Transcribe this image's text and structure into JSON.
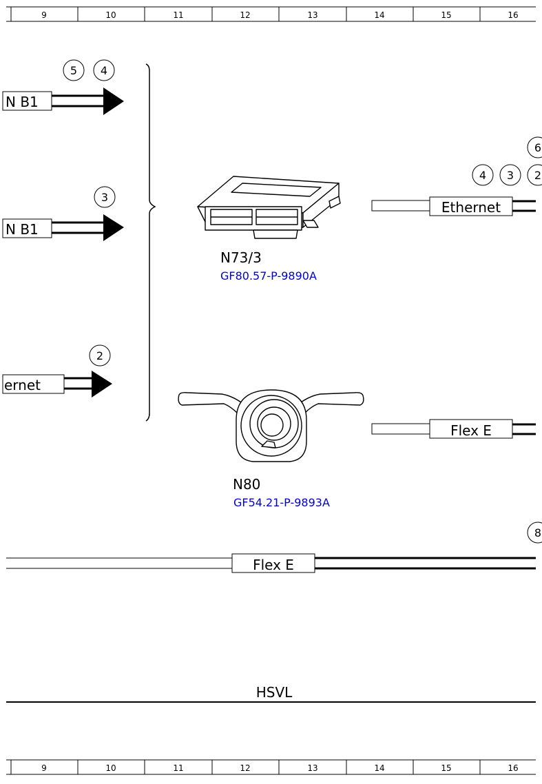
{
  "ruler": {
    "columns": [
      "9",
      "10",
      "11",
      "12",
      "13",
      "14",
      "15",
      "16"
    ]
  },
  "connectors_left": [
    {
      "label": "N B1",
      "badges": [
        "5",
        "4"
      ]
    },
    {
      "label": "N B1",
      "badges": [
        "3"
      ]
    },
    {
      "label": "ernet",
      "badges": [
        "2"
      ]
    }
  ],
  "components": [
    {
      "id": "N73/3",
      "ref": "GF80.57-P-9890A"
    },
    {
      "id": "N80",
      "ref": "GF54.21-P-9893A"
    }
  ],
  "wires_right": [
    {
      "label": "Ethernet",
      "badges": [
        "4",
        "3",
        "2"
      ],
      "partial_badge": "6"
    },
    {
      "label": "Flex E"
    }
  ],
  "bottom_bus": {
    "label": "Flex E",
    "partial_badge": "8"
  },
  "section_label": "HSVL",
  "colors": {
    "link": "#0000cc",
    "line": "#000000",
    "background": "#ffffff"
  }
}
